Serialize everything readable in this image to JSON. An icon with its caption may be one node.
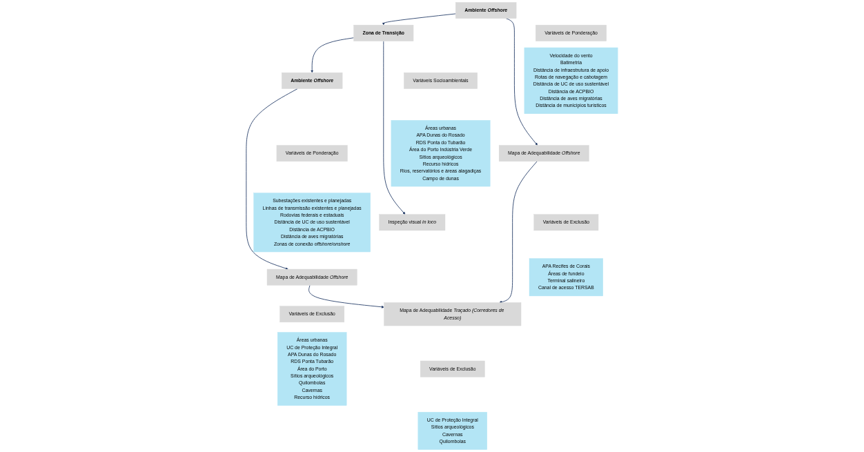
{
  "diagram": {
    "nodes": [
      {
        "text": [
          "Ambiente *Offshore*"
        ]
      },
      {
        "text": [
          "Variáveis de Ponderação"
        ]
      },
      {
        "text": [
          "Velocidade do vento",
          "Batimetria",
          "Distância de infraestrutura de apoio",
          "Rotas de navegação  e cabotagem",
          "Distância de UC de uso sustentável",
          "Distância de ACPBIO",
          "Distância de aves migratórias",
          "Distância de municípios  turísticos"
        ]
      },
      {
        "text": [
          "Mapa de Adequabilidade *Offshore*"
        ]
      },
      {
        "text": [
          "Variáveis de Exclusão"
        ]
      },
      {
        "text": [
          "APA Recifes de Corais",
          "Áreas de fundeio",
          "Terminal salineiro",
          "Canal de acesso TERSAB"
        ]
      },
      {
        "text": [
          "Zona de Transição"
        ]
      },
      {
        "text": [
          "Variáveis Socioambientais"
        ]
      },
      {
        "text": [
          "Áreas urbanas",
          "APA Dunas do Rosado",
          "RDS Ponta do Tubarão",
          "Área do Porto Indústria Verde",
          "Sítios arqueológicos",
          "Recurso hídricos",
          "Rios, reservatórios e áreas alagadiças",
          "Campo de dunas"
        ]
      },
      {
        "text": [
          "Inspeção visual *in loco*"
        ]
      },
      {
        "text": [
          "Ambiente *Offshore*"
        ]
      },
      {
        "text": [
          "Variáveis de Ponderação"
        ]
      },
      {
        "text": [
          "Subestações existentes e planejadas",
          "Linhas de transmissão existentes e planejadas",
          "Rodovias federais e estaduais",
          "Distância de UC de uso sustentável",
          "Distância de ACPBIO",
          "Distância de aves migratórias",
          "Zonas de conexão *offshore*/*onshore*"
        ]
      },
      {
        "text": [
          "Mapa de Adequabilidade *Offshore*"
        ]
      },
      {
        "text": [
          "Variáveis de Exclusão"
        ]
      },
      {
        "text": [
          "Áreas urbanas",
          "UC de Proteção Integral",
          "APA Dunas do Rosado",
          "RDS Ponta Tubarão",
          "Área do Porto",
          "Sítios arqueológicos",
          "Quilombolas",
          "Cavernas",
          "Recurso hídricos"
        ]
      },
      {
        "text": [
          "Mapa de Adequabilidade *Traçado (Corredores de Acesso)*"
        ]
      },
      {
        "text": [
          "Variáveis de Exclusão"
        ]
      },
      {
        "text": [
          "UC de Proteção Integral",
          "Sítios arqueológicos",
          "Cavernas",
          "Quilombolas"
        ]
      }
    ],
    "edges": [
      {
        "from": 0,
        "to": 6,
        "arrow": "to"
      },
      {
        "from": 6,
        "to": 10,
        "arrow": "to"
      },
      {
        "from": 0,
        "to": 3,
        "arrow": "to"
      },
      {
        "from": 3,
        "to": 16,
        "arrow": "to"
      },
      {
        "from": 6,
        "to": 9,
        "arrow": "to"
      },
      {
        "from": 10,
        "to": 13,
        "arrow": "to"
      },
      {
        "from": 13,
        "to": 16,
        "arrow": "to"
      }
    ]
  }
}
